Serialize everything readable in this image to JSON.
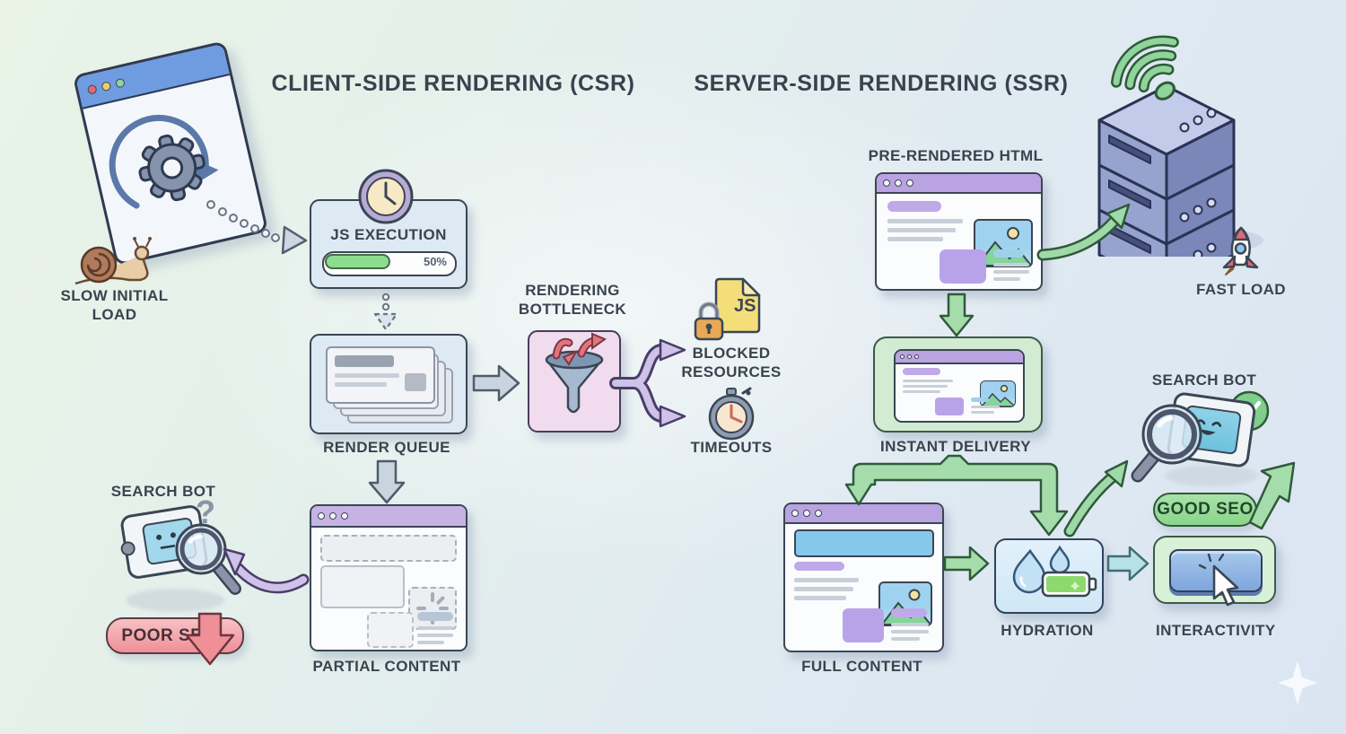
{
  "header": {
    "csr_title": "CLIENT-SIDE RENDERING (CSR)",
    "ssr_title": "SERVER-SIDE RENDERING (SSR)"
  },
  "csr": {
    "slow_initial_load": "SLOW INITIAL LOAD",
    "js_execution": {
      "label": "JS EXECUTION",
      "progress_label": "50%",
      "progress_percent": 50
    },
    "render_queue": "RENDER QUEUE",
    "rendering_bottleneck": "RENDERING BOTTLENECK",
    "blocked_resources": "BLOCKED RESOURCES",
    "js_file_badge": "JS",
    "timeouts": "TIMEOUTS",
    "search_bot": "SEARCH BOT",
    "poor_seo": "POOR SEO",
    "partial_content": "PARTIAL CONTENT"
  },
  "ssr": {
    "pre_rendered_html": "PRE-RENDERED HTML",
    "fast_load": "FAST LOAD",
    "instant_delivery": "INSTANT DELIVERY",
    "full_content": "FULL CONTENT",
    "hydration": "HYDRATION",
    "search_bot": "SEARCH BOT",
    "good_seo": "GOOD SEO",
    "interactivity": "INTERACTIVITY"
  },
  "colors": {
    "accent_green": "#8fd49a",
    "accent_purple": "#b9a3e0",
    "accent_blue": "#7fc4e8",
    "accent_red": "#ef9098",
    "accent_yellow": "#f3de7a",
    "ink": "#3b4654"
  }
}
